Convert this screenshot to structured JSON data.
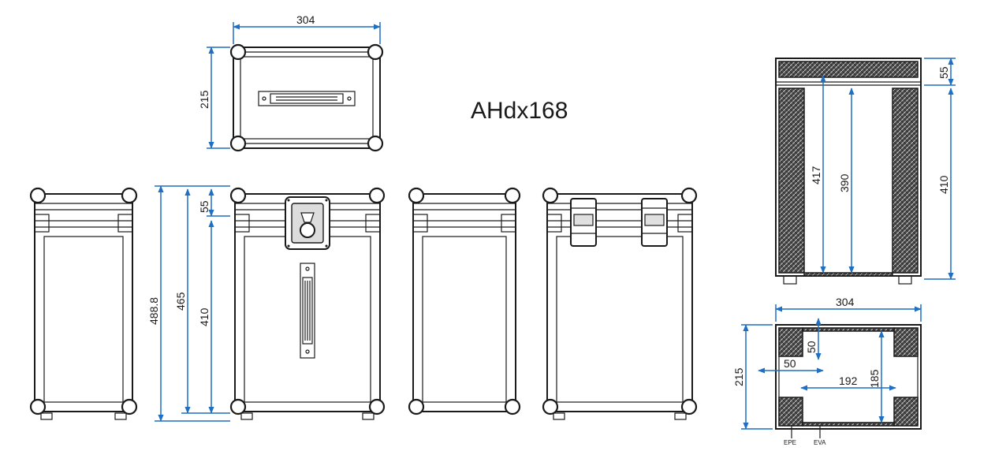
{
  "title": "AHdx168",
  "colors": {
    "dimension_line": "#1f6fc4",
    "outline": "#1a1a1a",
    "background": "#ffffff"
  },
  "top_view": {
    "width": "304",
    "depth": "215"
  },
  "side_views": {
    "overall_height": "488.8",
    "body_height": "465",
    "lid_height": "55",
    "inner_height": "410"
  },
  "section_view": {
    "lid": "55",
    "height_outer": "417",
    "height_inner": "390",
    "height_body": "410"
  },
  "plan_section": {
    "width": "304",
    "depth": "215",
    "corner_x": "50",
    "corner_y": "50",
    "inner_width": "192",
    "inner_depth": "185",
    "material_1": "EPE",
    "material_2": "EVA"
  }
}
